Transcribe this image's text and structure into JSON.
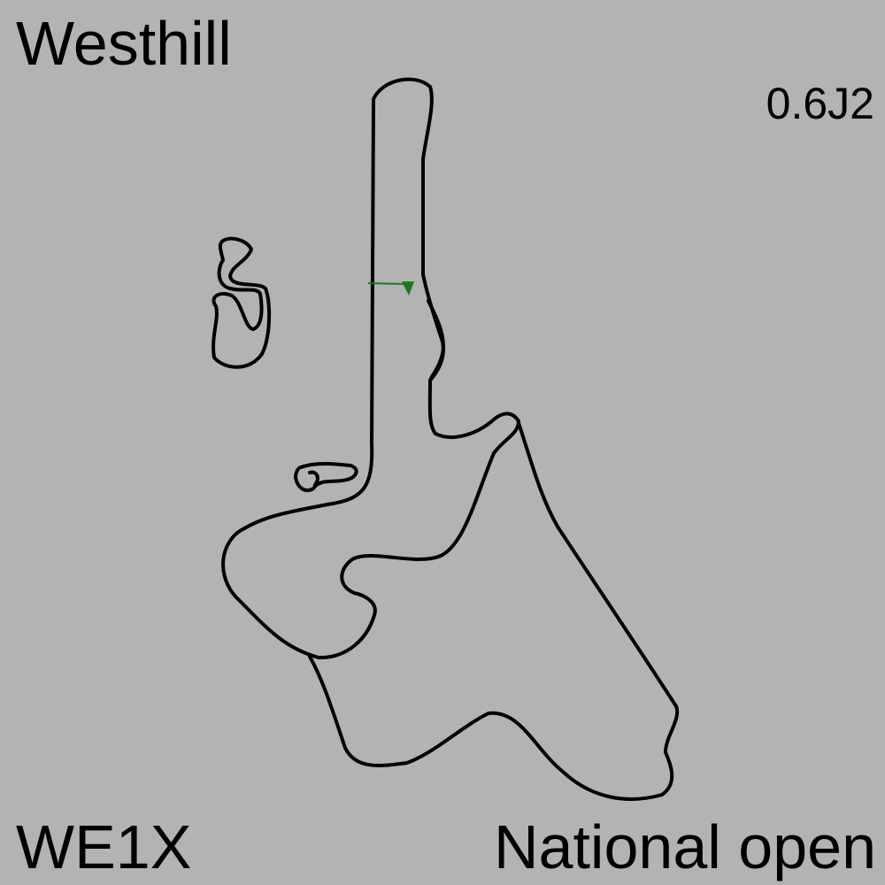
{
  "track": {
    "name": "Westhill",
    "version": "0.6J2",
    "code": "WE1X",
    "layout": "National open"
  },
  "colors": {
    "background": "#b3b3b3",
    "track_line": "#000000",
    "start_marker": "#1a7a1a"
  },
  "icons": {
    "start_marker": "start-finish-arrow-icon"
  }
}
